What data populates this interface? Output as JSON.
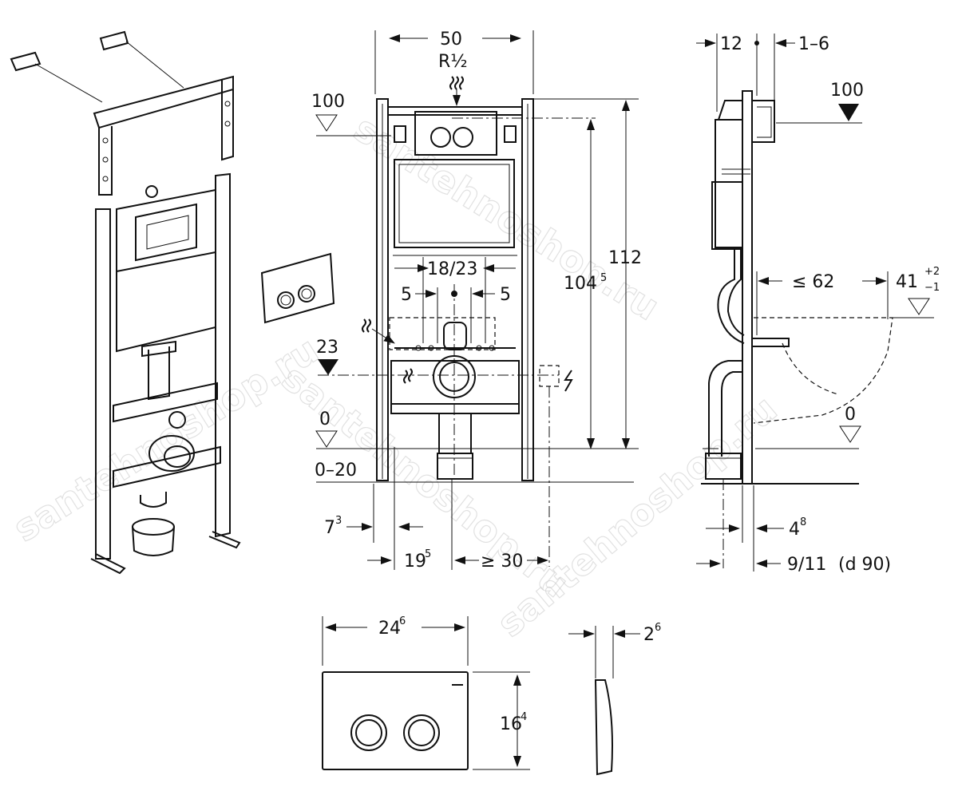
{
  "watermark": {
    "text": "santehnoshop.ru"
  },
  "front_view": {
    "width_total": "50",
    "connection": "R½",
    "level_top_left": "100",
    "height_total": "112",
    "height_cistern_main": "104",
    "height_cistern_sup": "5",
    "spacing_inner": "18/23",
    "offset_left": "5",
    "offset_right": "5",
    "level_drain": "23",
    "level_floor": "0",
    "floor_range": "0–20",
    "foot_offset_main": "7",
    "foot_offset_sup": "3",
    "foot_to_center_main": "19",
    "foot_to_center_sup": "5",
    "power_distance": "≥ 30"
  },
  "side_view": {
    "depth_frame": "12",
    "depth_adjust": "1–6",
    "level_top_right": "100",
    "bowl_projection": "≤ 62",
    "seat_height_main": "41",
    "seat_height_tol_plus": "+2",
    "seat_height_tol_minus": "−1",
    "level_floor": "0",
    "pipe_offset_main": "4",
    "pipe_offset_sup": "8",
    "pipe_dim": "9/11",
    "pipe_diameter": "(d 90)"
  },
  "plate_view": {
    "width_main": "24",
    "width_sup": "6",
    "height_main": "16",
    "height_sup": "4",
    "thickness_main": "2",
    "thickness_sup": "6"
  }
}
